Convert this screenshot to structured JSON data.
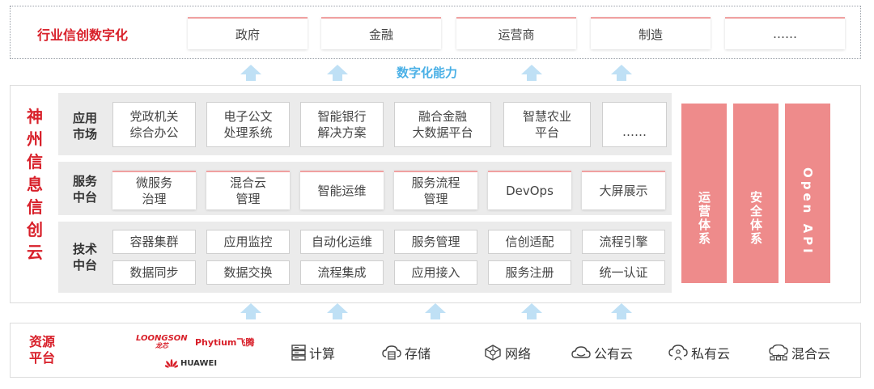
{
  "industry": {
    "title": "行业信创数字化",
    "items": [
      "政府",
      "金融",
      "运营商",
      "制造",
      "……"
    ]
  },
  "capability_label": "数字化能力",
  "cloud": {
    "title": "神州信息信创云",
    "app_market": {
      "label_line1": "应用",
      "label_line2": "市场",
      "items": [
        [
          "党政机关",
          "综合办公"
        ],
        [
          "电子公文",
          "处理系统"
        ],
        [
          "智能银行",
          "解决方案"
        ],
        [
          "融合金融",
          "大数据平台"
        ],
        [
          "智慧农业",
          "平台"
        ],
        [
          "……",
          ""
        ]
      ]
    },
    "service_platform": {
      "label_line1": "服务",
      "label_line2": "中台",
      "items": [
        [
          "微服务",
          "治理"
        ],
        [
          "混合云",
          "管理"
        ],
        [
          "智能运维",
          ""
        ],
        [
          "服务流程",
          "管理"
        ],
        [
          "DevOps",
          ""
        ],
        [
          "大屏展示",
          ""
        ]
      ]
    },
    "tech_platform": {
      "label_line1": "技术",
      "label_line2": "中台",
      "row1": [
        "容器集群",
        "应用监控",
        "自动化运维",
        "服务管理",
        "信创适配",
        "流程引擎"
      ],
      "row2": [
        "数据同步",
        "数据交换",
        "流程集成",
        "应用接入",
        "服务注册",
        "统一认证"
      ]
    },
    "side_bars": [
      "运营体系",
      "安全体系",
      "Open API"
    ]
  },
  "resource": {
    "title_line1": "资源",
    "title_line2": "平台",
    "logos": {
      "loongson": "LOONGSON",
      "loongson_cn": "龙芯",
      "phytium": "Phytium飞腾",
      "huawei": "HUAWEI"
    },
    "items": [
      "计算",
      "存储",
      "网络",
      "公有云",
      "私有云",
      "混合云"
    ],
    "icons": [
      "server-icon",
      "storage-cloud-icon",
      "network-icon",
      "public-cloud-icon",
      "private-cloud-icon",
      "hybrid-cloud-icon"
    ]
  },
  "colors": {
    "accent_red": "#d8202a",
    "bar_pink": "#ee8b8b",
    "capability_blue": "#4ab0e6",
    "arrow_blue": "#bfe0f5"
  }
}
